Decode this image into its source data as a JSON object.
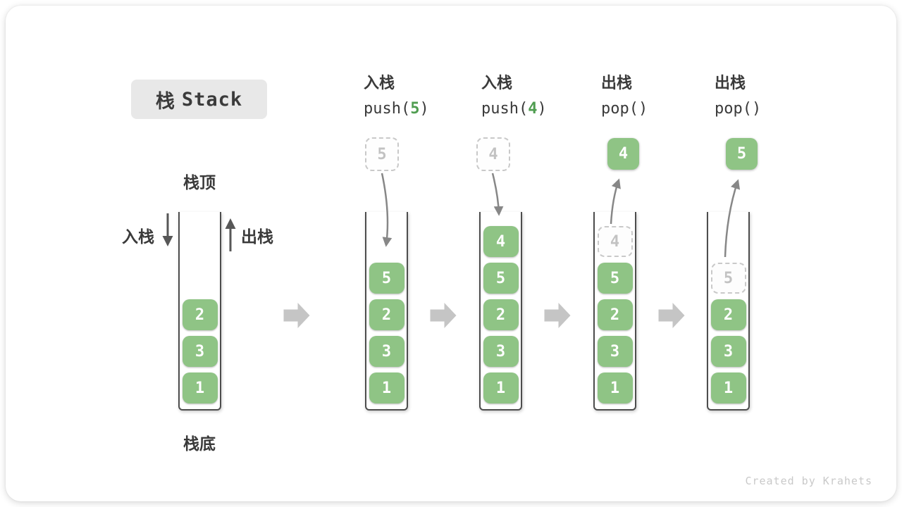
{
  "title": {
    "zh": "栈",
    "en": "Stack"
  },
  "stack_labels": {
    "top": "栈顶",
    "bottom": "栈底",
    "push_side": "入栈",
    "pop_side": "出栈"
  },
  "columns": [
    {
      "action": "入栈",
      "code_pre": "push(",
      "code_arg": "5",
      "code_post": ")",
      "header_box": {
        "value": "5",
        "style": "ghost"
      }
    },
    {
      "action": "入栈",
      "code_pre": "push(",
      "code_arg": "4",
      "code_post": ")",
      "header_box": {
        "value": "4",
        "style": "ghost"
      }
    },
    {
      "action": "出栈",
      "code_pre": "pop(",
      "code_arg": "",
      "code_post": ")",
      "header_box": {
        "value": "4",
        "style": "solid"
      }
    },
    {
      "action": "出栈",
      "code_pre": "pop(",
      "code_arg": "",
      "code_post": ")",
      "header_box": {
        "value": "5",
        "style": "solid"
      }
    }
  ],
  "stacks": [
    {
      "items": [
        {
          "value": "2"
        },
        {
          "value": "3"
        },
        {
          "value": "1"
        }
      ]
    },
    {
      "items": [
        {
          "value": "5"
        },
        {
          "value": "2"
        },
        {
          "value": "3"
        },
        {
          "value": "1"
        }
      ]
    },
    {
      "items": [
        {
          "value": "4"
        },
        {
          "value": "5"
        },
        {
          "value": "2"
        },
        {
          "value": "3"
        },
        {
          "value": "1"
        }
      ]
    },
    {
      "items": [
        {
          "value": "4",
          "ghost": true
        },
        {
          "value": "5"
        },
        {
          "value": "2"
        },
        {
          "value": "3"
        },
        {
          "value": "1"
        }
      ]
    },
    {
      "items": [
        {
          "value": "5",
          "ghost": true
        },
        {
          "value": "2"
        },
        {
          "value": "3"
        },
        {
          "value": "1"
        }
      ]
    }
  ],
  "icons": {
    "flow_arrow": "block-right-arrow",
    "push_arrow": "down-arrow",
    "pop_arrow": "up-arrow"
  },
  "watermark": "Created by Krahets",
  "colors": {
    "cell_green": "#8fc485",
    "code_arg_green": "#4f9d50",
    "motion_arrow_gray": "#878787",
    "direction_arrow_gray": "#575757",
    "flow_arrow_gray": "#c5c5c5",
    "ghost_gray": "#c9c9c9",
    "title_bg": "#e8e8e8"
  }
}
